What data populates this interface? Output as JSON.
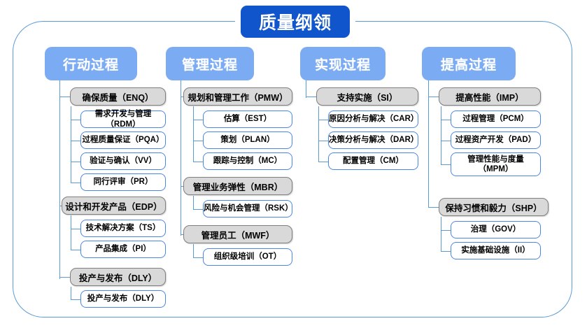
{
  "title": "质量纲领",
  "columns": [
    {
      "header": "行动过程",
      "groups": [
        {
          "label": "确保质量（ENQ）",
          "children": [
            "需求开发与管理（RDM）",
            "过程质量保证（PQA）",
            "验证与确认（VV）",
            "同行评审（PR）"
          ]
        },
        {
          "label": "设计和开发产品（EDP）",
          "children": [
            "技术解决方案（TS）",
            "产品集成（PI）"
          ]
        },
        {
          "label": "投产与发布（DLY）",
          "children": [
            "投产与发布（DLY）"
          ]
        }
      ]
    },
    {
      "header": "管理过程",
      "groups": [
        {
          "label": "规划和管理工作（PMW）",
          "children": [
            "估算（EST）",
            "策划（PLAN）",
            "跟踪与控制（MC）"
          ]
        },
        {
          "label": "管理业务弹性（MBR）",
          "children": [
            "风险与机会管理（RSK）"
          ]
        },
        {
          "label": "管理员工（MWF）",
          "children": [
            "组织级培训（OT）"
          ]
        }
      ]
    },
    {
      "header": "实现过程",
      "groups": [
        {
          "label": "支持实施（SI）",
          "children": [
            "原因分析与解决（CAR）",
            "决策分析与解决（DAR）",
            "配置管理（CM）"
          ]
        }
      ]
    },
    {
      "header": "提高过程",
      "groups": [
        {
          "label": "提高性能（IMP）",
          "children": [
            "过程管理（PCM）",
            "过程资产开发（PAD）",
            "管理性能与度量\n（MPM）"
          ]
        },
        {
          "label": "保持习惯和毅力（SHP）",
          "children": [
            "治理（GOV）",
            "实施基础设施（II）"
          ]
        }
      ]
    }
  ],
  "colors": {
    "title_bg": "#1155cc",
    "header_bg": "#7babf3",
    "group_bg": "#d9d9d9",
    "group_border": "#7f7f7f",
    "leaf_border": "#4a86e8",
    "frame_border": "#5b9bd5",
    "connector": "#5b9bd5"
  }
}
